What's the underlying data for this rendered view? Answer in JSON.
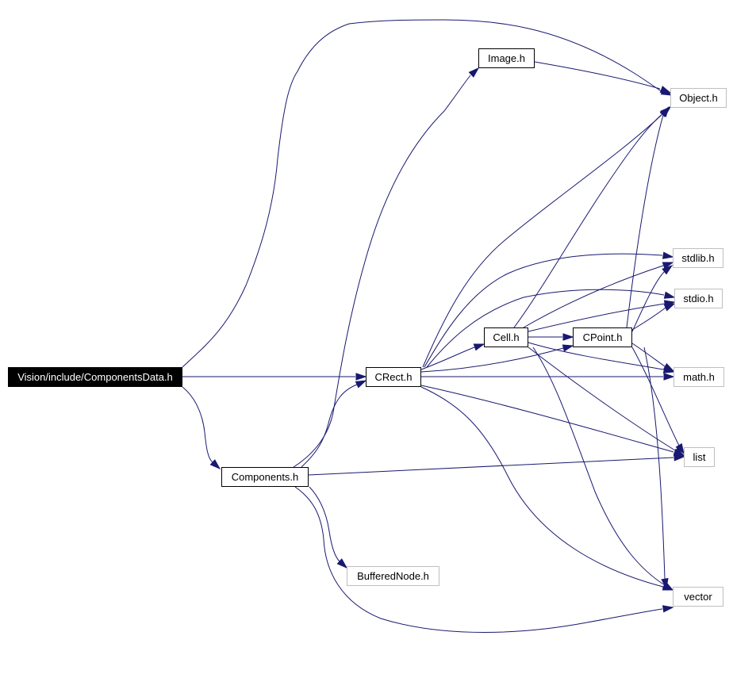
{
  "nodes": {
    "root": "Vision/include/ComponentsData.h",
    "components": "Components.h",
    "crect": "CRect.h",
    "image": "Image.h",
    "object": "Object.h",
    "cell": "Cell.h",
    "cpoint": "CPoint.h",
    "stdlib": "stdlib.h",
    "stdio": "stdio.h",
    "math": "math.h",
    "list": "list",
    "vector": "vector",
    "buffered_node": "BufferedNode.h"
  },
  "edges": [
    [
      "root",
      "object"
    ],
    [
      "root",
      "crect"
    ],
    [
      "root",
      "components"
    ],
    [
      "components",
      "image"
    ],
    [
      "components",
      "crect"
    ],
    [
      "components",
      "list"
    ],
    [
      "components",
      "buffered_node"
    ],
    [
      "components",
      "vector"
    ],
    [
      "image",
      "object"
    ],
    [
      "crect",
      "object"
    ],
    [
      "crect",
      "stdlib"
    ],
    [
      "crect",
      "stdio"
    ],
    [
      "crect",
      "cell"
    ],
    [
      "crect",
      "cpoint"
    ],
    [
      "crect",
      "math"
    ],
    [
      "crect",
      "list"
    ],
    [
      "crect",
      "vector"
    ],
    [
      "cell",
      "object"
    ],
    [
      "cell",
      "stdlib"
    ],
    [
      "cell",
      "stdio"
    ],
    [
      "cell",
      "cpoint"
    ],
    [
      "cell",
      "math"
    ],
    [
      "cell",
      "list"
    ],
    [
      "cell",
      "vector"
    ],
    [
      "cpoint",
      "object"
    ],
    [
      "cpoint",
      "stdlib"
    ],
    [
      "cpoint",
      "stdio"
    ],
    [
      "cpoint",
      "math"
    ],
    [
      "cpoint",
      "list"
    ],
    [
      "cpoint",
      "vector"
    ]
  ],
  "colors": {
    "edge": "#191970",
    "internal_border": "#000000",
    "external_border": "#bfbfbf",
    "root_fill": "#000000",
    "root_text": "#ffffff"
  }
}
